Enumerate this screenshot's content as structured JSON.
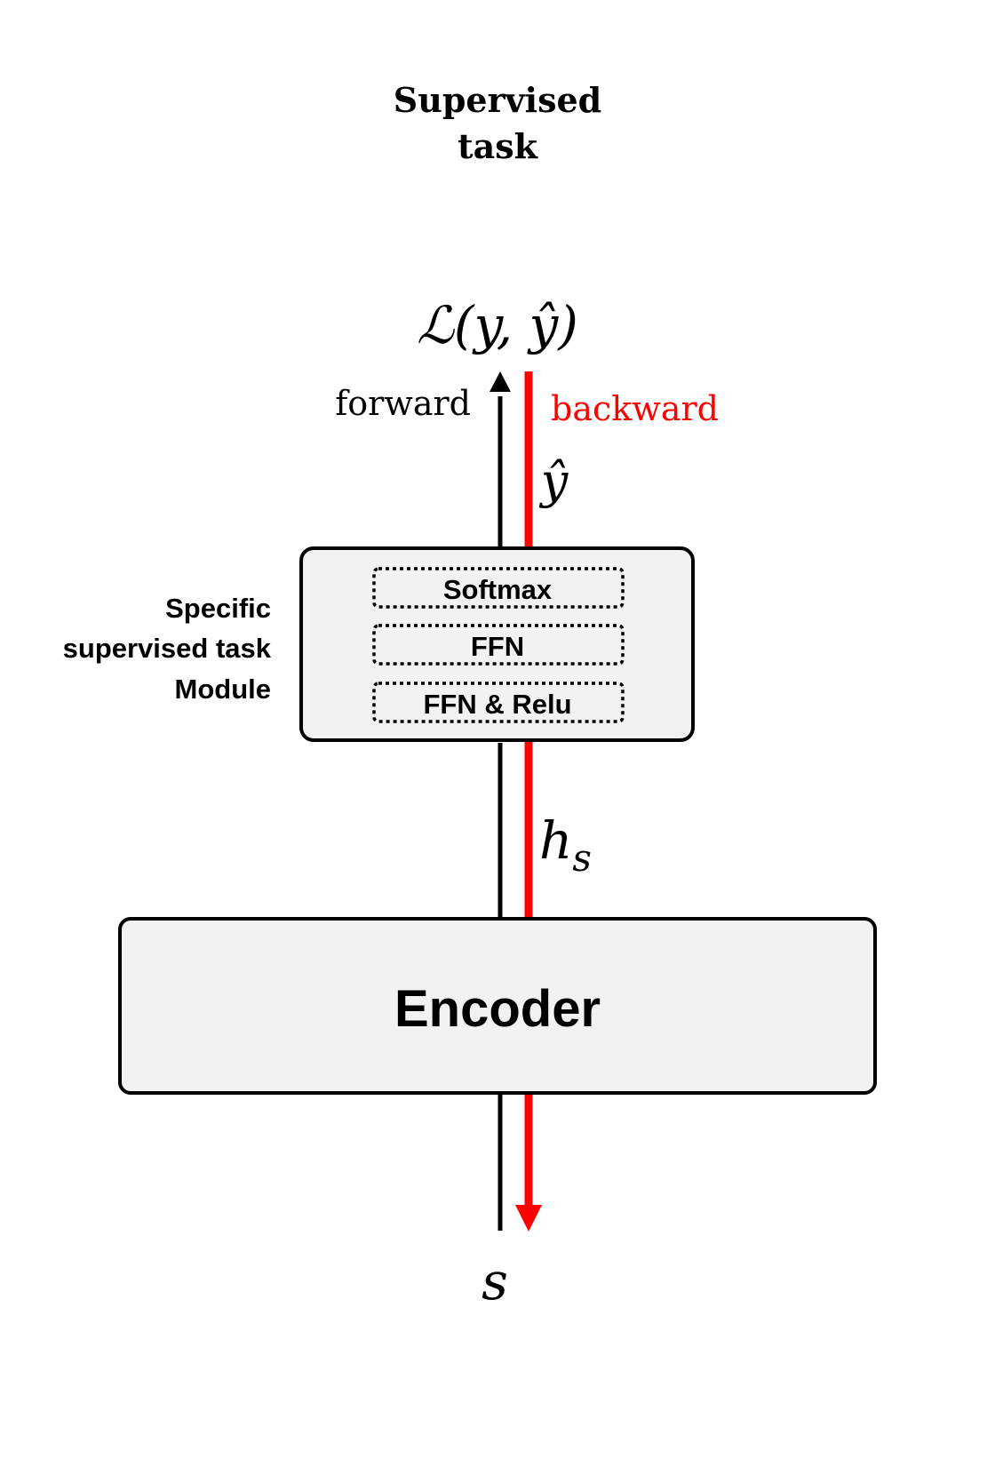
{
  "title": {
    "line1": "Supervised",
    "line2": "task"
  },
  "loss_label": "ℒ(y, ŷ)",
  "forward_label": "forward",
  "backward_label": "backward",
  "yhat_label": "ŷ",
  "hs_label": {
    "base": "h",
    "subscript": "s"
  },
  "input_label": "s",
  "module_label": {
    "line1": "Specific",
    "line2": "supervised task",
    "line3": "Module"
  },
  "module_layers": [
    "Softmax",
    "FFN",
    "FFN & Relu"
  ],
  "encoder_label": "Encoder",
  "colors": {
    "forward": "#000000",
    "backward": "#ff0000",
    "box_fill": "#f2f2f4",
    "box_stroke": "#000000"
  }
}
